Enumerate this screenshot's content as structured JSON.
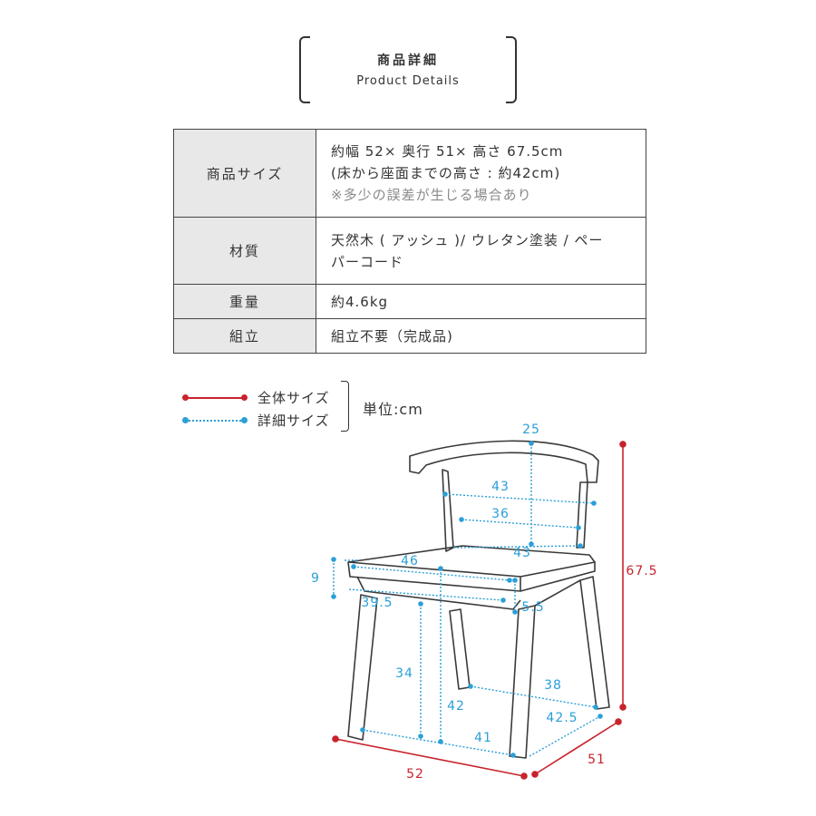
{
  "header": {
    "title_jp": "商品詳細",
    "title_en": "Product Details"
  },
  "specs": {
    "size_label": "商品サイズ",
    "size_line1": "約幅 52× 奥行 51× 高さ 67.5cm",
    "size_line2": "(床から座面までの高さ : 約42cm)",
    "size_note": "※多少の誤差が生じる場合あり",
    "material_label": "材質",
    "material_line1": "天然木 ( アッシュ )/ ウレタン塗装 / ペー",
    "material_line2": "パーコード",
    "weight_label": "重量",
    "weight_value": "約4.6kg",
    "assembly_label": "組立",
    "assembly_value": "組立不要（完成品)"
  },
  "legend": {
    "overall": "全体サイズ",
    "detail": "詳細サイズ",
    "unit": "単位:cm"
  },
  "colors": {
    "overall": "#c8232c",
    "detail": "#2a9fd8",
    "line": "#3a3a3a",
    "table_header_bg": "#e8e8e8"
  },
  "dimensions": {
    "top_width": "25",
    "back_upper": "43",
    "back_inner": "36",
    "back_lower": "43",
    "seat_width": "46",
    "seat_thickness": "9",
    "seat_inner": "39.5",
    "frame": "5.5",
    "height_total": "67.5",
    "leg_inner_height": "34",
    "seat_height": "42",
    "rear_span": "38",
    "side_inner": "42.5",
    "front_inner": "41",
    "width_total": "52",
    "depth_total": "51"
  }
}
